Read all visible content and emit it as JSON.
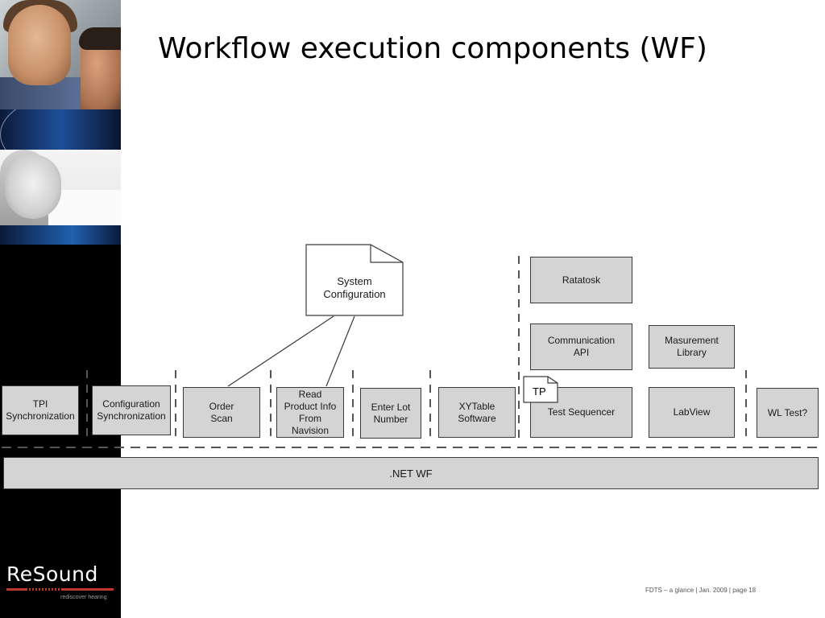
{
  "title": "Workflow execution components (WF)",
  "brand": {
    "name": "ReSound",
    "tagline": "rediscover hearing",
    "accent_color": "#c0392b"
  },
  "diagram": {
    "system_configuration": "System\nConfiguration",
    "tp_label": "TP",
    "platform": ".NET WF",
    "boxes": {
      "tpi_sync": "TPI\nSynchronization",
      "config_sync": "Configuration\nSynchronization",
      "order_scan": "Order\nScan",
      "read_product_info": "Read\nProduct Info\nFrom\nNavision",
      "enter_lot_number": "Enter Lot\nNumber",
      "xytable_software": "XYTable\nSoftware",
      "test_sequencer": "Test Sequencer",
      "labview": "LabView",
      "wl_test": "WL Test?",
      "ratatosk": "Ratatosk",
      "communication_api": "Communication\nAPI",
      "measurement_library": "Masurement\nLibrary"
    }
  },
  "footer": "FDTS – a glance | Jan. 2009 | page 18"
}
